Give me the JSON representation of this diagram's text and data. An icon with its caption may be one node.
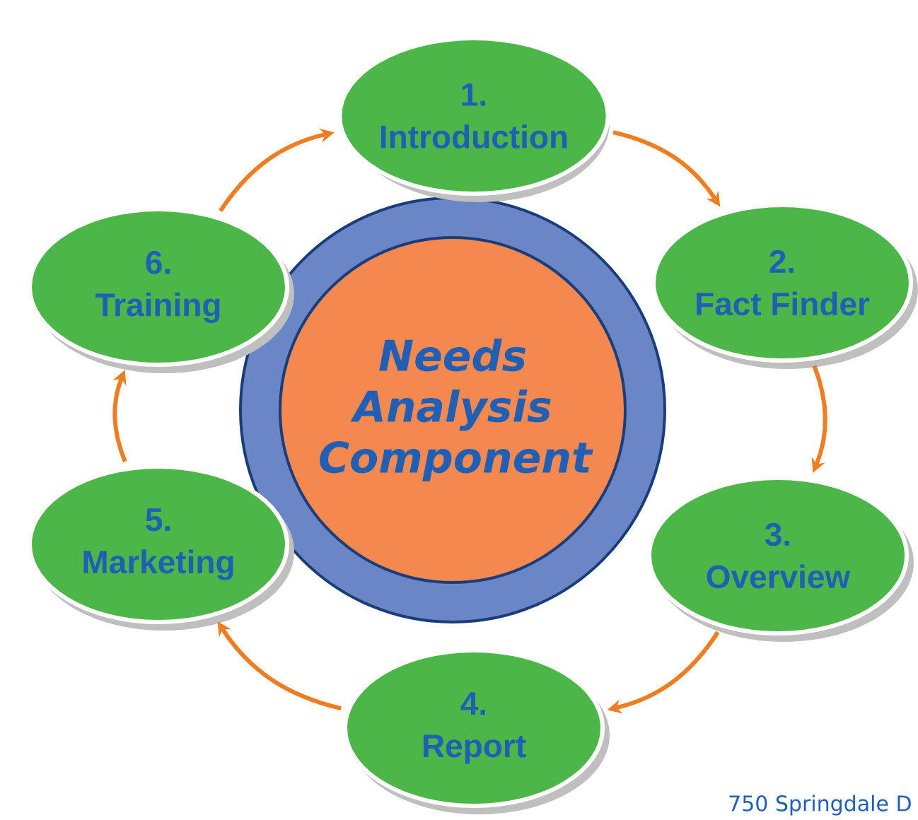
{
  "diagram": {
    "nodes": [
      {
        "text": [
          "Needs Analysis Component"
        ]
      },
      {
        "text": [
          "1.",
          "Introduction"
        ]
      },
      {
        "text": [
          "2.",
          "Fact Finder"
        ]
      },
      {
        "text": [
          "3.",
          "Overview"
        ]
      },
      {
        "text": [
          "4.",
          "Report"
        ]
      },
      {
        "text": [
          "5.",
          "Marketing"
        ]
      },
      {
        "text": [
          "6.",
          "Training"
        ]
      }
    ],
    "edges": [
      {
        "from": 1,
        "to": 2,
        "arrow": "to"
      },
      {
        "from": 2,
        "to": 3,
        "arrow": "to"
      },
      {
        "from": 3,
        "to": 4,
        "arrow": "to"
      },
      {
        "from": 4,
        "to": 5,
        "arrow": "to"
      },
      {
        "from": 5,
        "to": 6,
        "arrow": "to"
      },
      {
        "from": 6,
        "to": 1,
        "arrow": "to"
      }
    ],
    "labels": [
      "750 Springdale D"
    ]
  }
}
